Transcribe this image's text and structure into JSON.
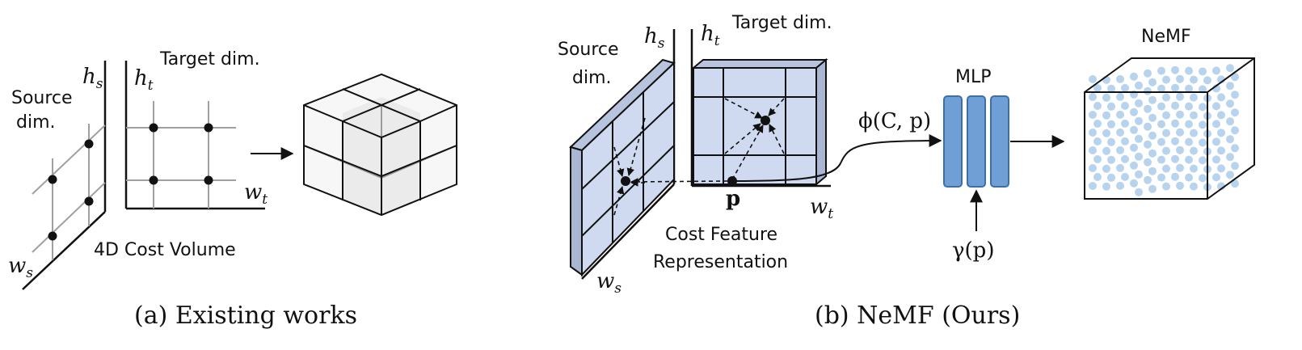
{
  "panel_a": {
    "source_label_1": "Source",
    "source_label_2": "dim.",
    "target_label": "Target dim.",
    "hs": "h",
    "hs_sub": "s",
    "ht": "h",
    "ht_sub": "t",
    "wt": "w",
    "wt_sub": "t",
    "ws": "w",
    "ws_sub": "s",
    "volume_label": "4D Cost Volume",
    "caption": "(a) Existing works"
  },
  "panel_b": {
    "source_label_1": "Source",
    "source_label_2": "dim.",
    "target_label": "Target dim.",
    "hs": "h",
    "hs_sub": "s",
    "ht": "h",
    "ht_sub": "t",
    "wt": "w",
    "wt_sub": "t",
    "ws": "w",
    "ws_sub": "s",
    "point_label": "p",
    "cost_feature_1": "Cost Feature",
    "cost_feature_2": "Representation",
    "phi_label": "ϕ(C, p)",
    "mlp_label": "MLP",
    "gamma_label": "γ(p)",
    "nemf_label": "NeMF",
    "caption": "(b) NeMF (Ours)"
  },
  "colors": {
    "plane_fill": "#cfdaf0",
    "plane_side": "#a9b7d3",
    "mlp_fill": "#6f9fd4",
    "mlp_stroke": "#3d6fa8",
    "dot_blue": "#b7d3ee",
    "grid_gray": "#a0a0a0"
  }
}
